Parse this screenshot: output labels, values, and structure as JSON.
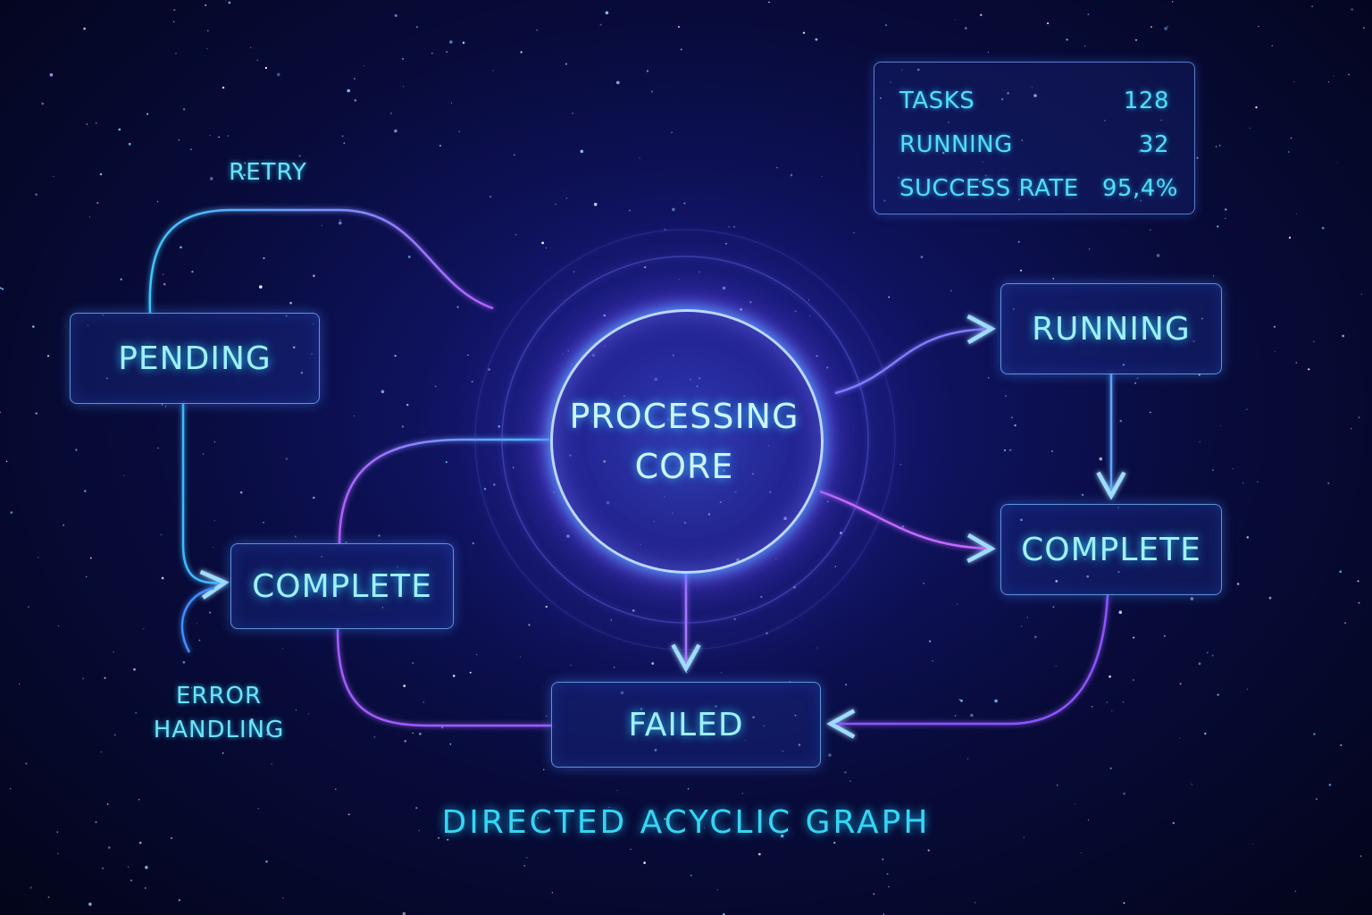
{
  "core": {
    "line1": "PROCESSING",
    "line2": "CORE"
  },
  "nodes": {
    "pending": "PENDING",
    "complete_left": "COMPLETE",
    "running": "RUNNING",
    "complete_right": "COMPLETE",
    "failed": "FAILED"
  },
  "edge_labels": {
    "retry": "RETRY",
    "error_handling_line1": "ERROR",
    "error_handling_line2": "HANDLING"
  },
  "stats": [
    {
      "label": "TASKS",
      "value": "128"
    },
    {
      "label": "RUNNING",
      "value": "32"
    },
    {
      "label": "SUCCESS RATE",
      "value": "95,4%"
    }
  ],
  "caption": "DIRECTED ACYCLIC GRAPH",
  "colors": {
    "background": "#080b3a",
    "accent_cyan": "#35d6f2",
    "accent_violet": "#a05cff",
    "core_ring": "#bcd8ff"
  }
}
